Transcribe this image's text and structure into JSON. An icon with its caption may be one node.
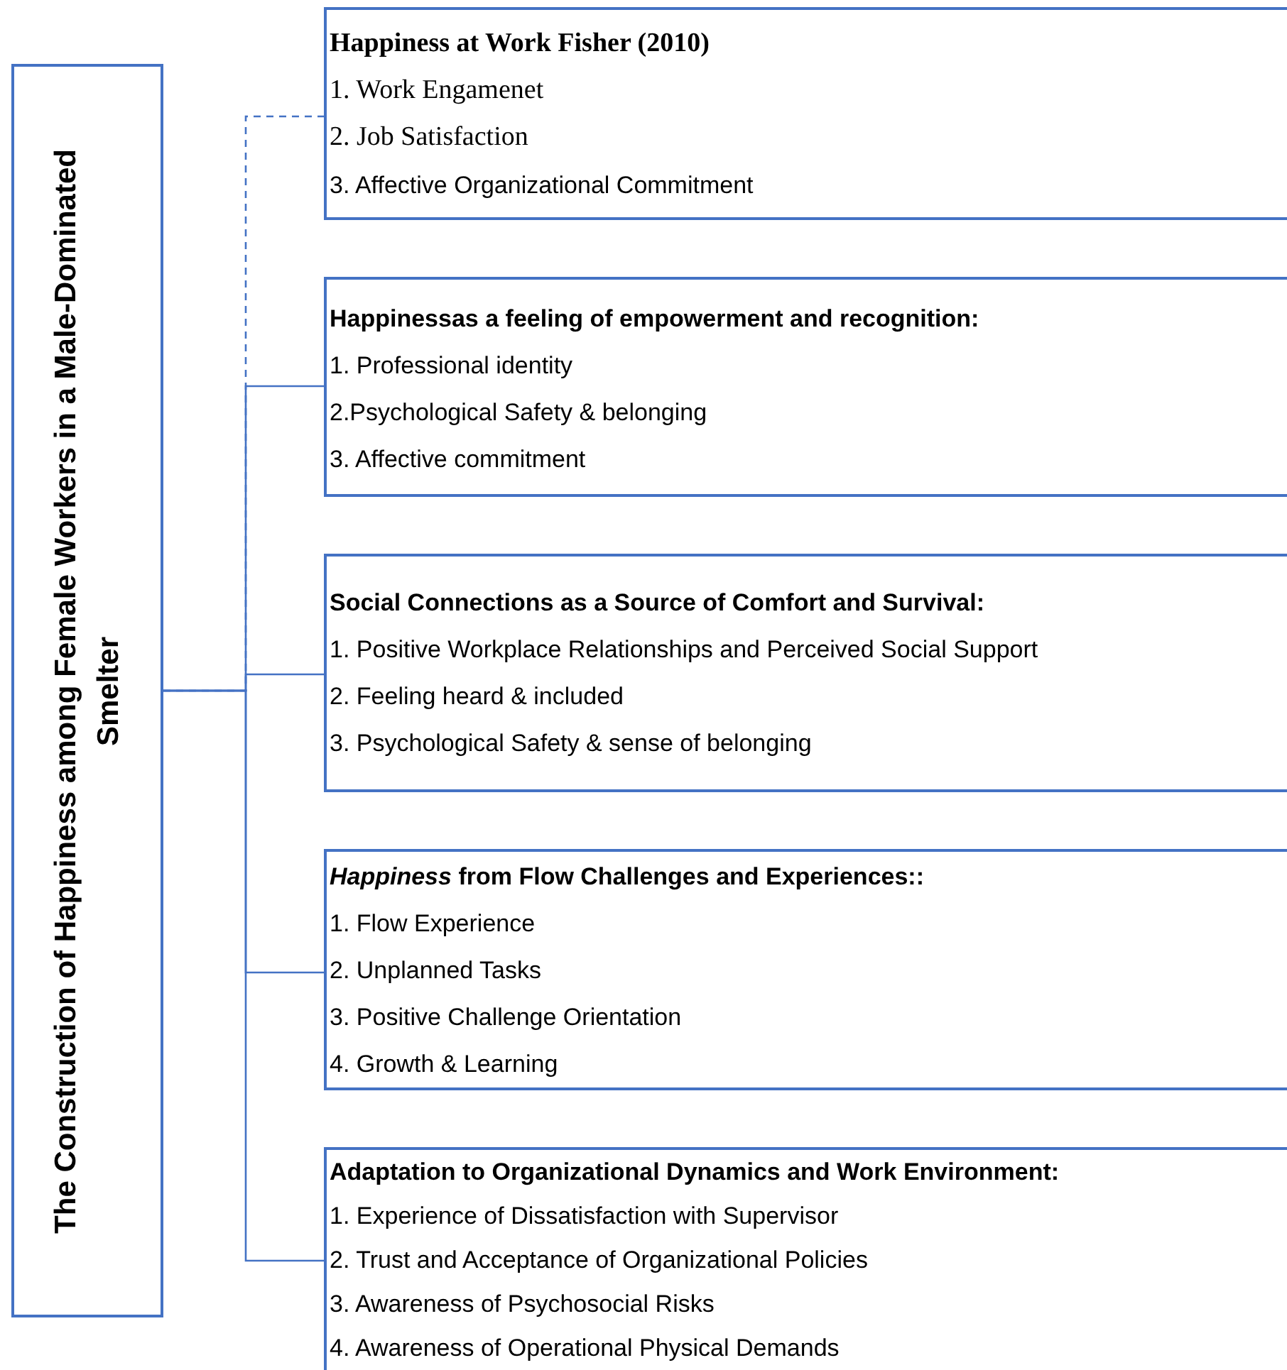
{
  "diagram": {
    "nodes": [
      {
        "text": [
          "The Construction of Happiness among Female Workers in a Male-Dominated Smelter"
        ]
      },
      {
        "text": [
          "Happiness at Work Fisher (2010)",
          "1. Work Engamenet",
          "2. Job Satisfaction",
          "3. Affective Organizational Commitment"
        ]
      },
      {
        "text": [
          "Happinessas a feeling of empowerment and recognition:",
          "1. Professional identity",
          "2.Psychological Safety & belonging",
          "3. Affective commitment"
        ]
      },
      {
        "text": [
          "Social Connections as a Source of Comfort and Survival:",
          "1. Positive Workplace Relationships and Perceived Social Support",
          "2. Feeling heard & included",
          "3. Psychological Safety & sense of belonging"
        ]
      },
      {
        "text": [
          "*Happiness* from Flow Challenges and Experiences::",
          "1. Flow Experience",
          "2. Unplanned Tasks",
          "3. Positive Challenge Orientation",
          "4. Growth & Learning"
        ]
      },
      {
        "text": [
          "Adaptation to Organizational Dynamics and Work Environment:",
          "1. Experience of Dissatisfaction with Supervisor",
          "2. Trust and Acceptance of Organizational Policies",
          "3. Awareness of Psychosocial Risks",
          "4. Awareness of Operational Physical Demands"
        ]
      }
    ],
    "edges": [
      {
        "from": 0,
        "to": 1,
        "arrow": "none",
        "style": "dashed"
      },
      {
        "from": 0,
        "to": 2,
        "arrow": "none"
      },
      {
        "from": 0,
        "to": 3,
        "arrow": "none"
      },
      {
        "from": 0,
        "to": 4,
        "arrow": "none"
      },
      {
        "from": 0,
        "to": 5,
        "arrow": "none"
      }
    ]
  }
}
